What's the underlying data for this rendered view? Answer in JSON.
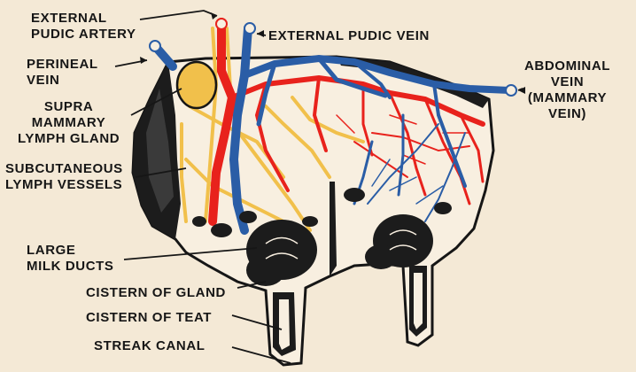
{
  "diagram": {
    "colors": {
      "background": "#f4e9d6",
      "artery": "#e8221c",
      "vein": "#2a5da6",
      "lymph": "#f1c04b",
      "outline": "#161616"
    },
    "labels": {
      "external_pudic_artery": [
        "EXTERNAL",
        "PUDIC ARTERY"
      ],
      "external_pudic_vein": "EXTERNAL PUDIC VEIN",
      "perineal_vein": [
        "PERINEAL",
        "VEIN"
      ],
      "supra_mammary_lymph_gland": [
        "SUPRA",
        "MAMMARY",
        "LYMPH GLAND"
      ],
      "subcutaneous_lymph_vessels": [
        "SUBCUTANEOUS",
        "LYMPH VESSELS"
      ],
      "abdominal_vein": [
        "ABDOMINAL",
        "VEIN",
        "(MAMMARY",
        "VEIN)"
      ],
      "large_milk_ducts": [
        "LARGE",
        "MILK DUCTS"
      ],
      "cistern_of_gland": "CISTERN OF GLAND",
      "cistern_of_teat": "CISTERN OF TEAT",
      "streak_canal": "STREAK CANAL"
    }
  }
}
